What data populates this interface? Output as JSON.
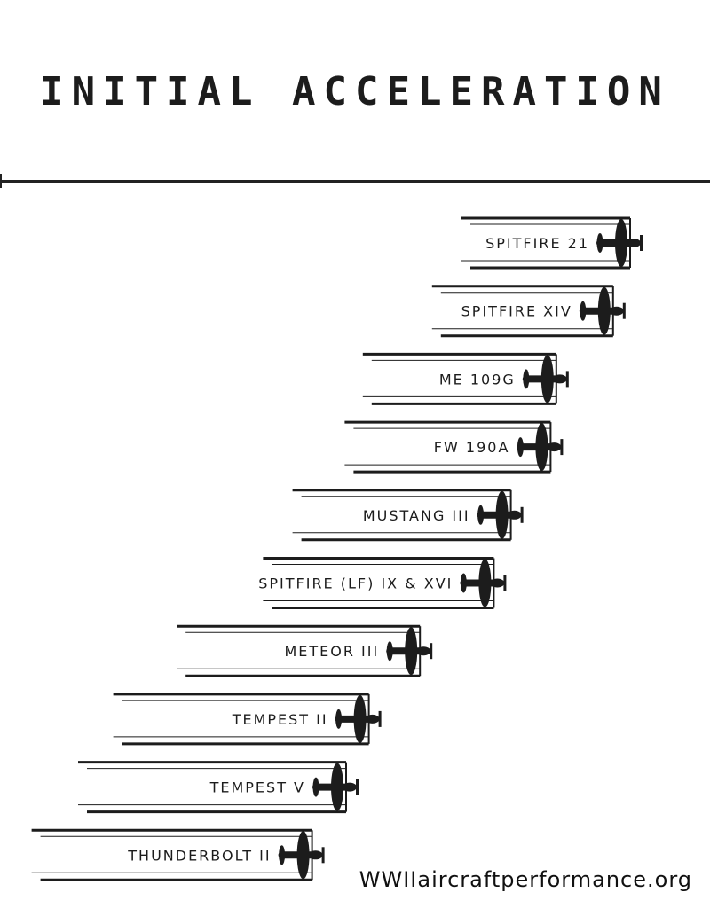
{
  "title": "INITIAL ACCELERATION",
  "watermark": "WWIIaircraftperformance.org",
  "chart_data": {
    "type": "bar",
    "orientation": "horizontal",
    "title": "INITIAL ACCELERATION",
    "categories": [
      "SPITFIRE 21",
      "SPITFIRE XIV",
      "ME 109G",
      "FW 190A",
      "MUSTANG III",
      "SPITFIRE (LF) IX & XVI",
      "METEOR III",
      "TEMPEST II",
      "TEMPEST V",
      "THUNDERBOLT II"
    ],
    "values": [
      10,
      9.7,
      8.7,
      8.6,
      7.9,
      7.6,
      6.3,
      5.4,
      5.0,
      4.4
    ],
    "value_note": "relative rank only, no axis scale printed",
    "icon": "aircraft-icon",
    "grid": false
  }
}
